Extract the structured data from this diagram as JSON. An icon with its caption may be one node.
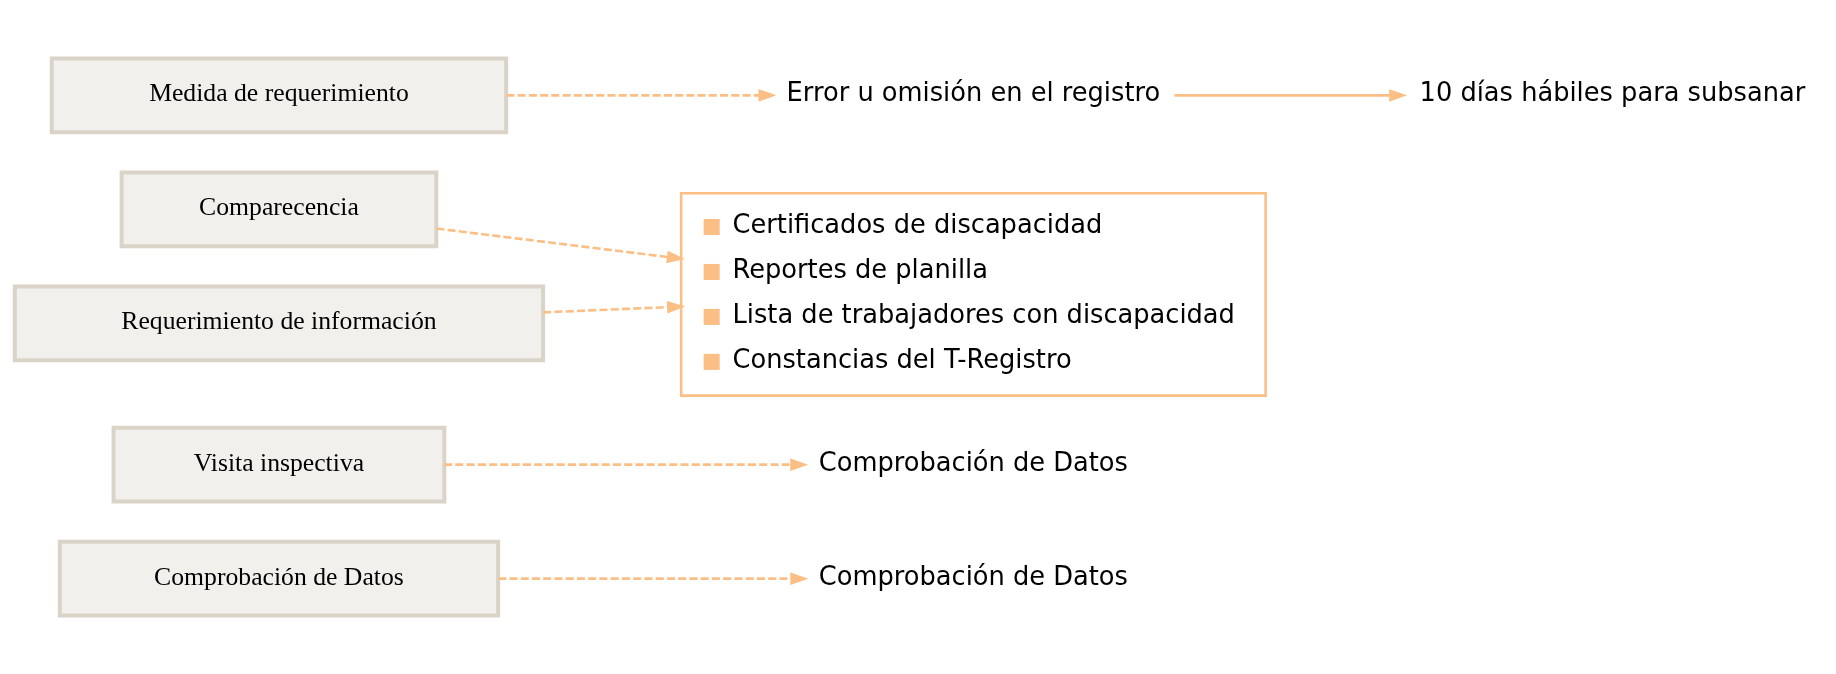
{
  "diagram": {
    "nodes": [
      {
        "text": [
          "Comprobación de Datos"
        ]
      },
      {
        "text": [
          "Comprobación de Datos"
        ]
      },
      {
        "text": [
          "Visita inspectiva"
        ]
      },
      {
        "text": [
          "Comprobación de Datos"
        ]
      },
      {
        "text": [
          "Comparecencia"
        ]
      },
      {
        "text": [
          "Requerimiento de información"
        ]
      },
      {
        "text": [
          "Certificados de discapacidad",
          "Reportes de planilla",
          "Lista de trabajadores con discapacidad",
          "Constancias del T-Registro"
        ]
      },
      {
        "text": [
          "Medida de requerimiento"
        ]
      },
      {
        "text": [
          "Error u omisión en el registro"
        ]
      },
      {
        "text": [
          "10 días hábiles para subsanar"
        ]
      }
    ],
    "edges": [
      {
        "from": 0,
        "to": 1,
        "arrow": "to",
        "style": "dashed"
      },
      {
        "from": 2,
        "to": 3,
        "arrow": "to",
        "style": "dashed"
      },
      {
        "from": 4,
        "to": 6,
        "arrow": "to",
        "style": "dashed"
      },
      {
        "from": 5,
        "to": 6,
        "arrow": "to",
        "style": "dashed"
      },
      {
        "from": 7,
        "to": 8,
        "arrow": "to",
        "style": "dashed"
      },
      {
        "from": 8,
        "to": 9,
        "arrow": "to"
      }
    ]
  }
}
